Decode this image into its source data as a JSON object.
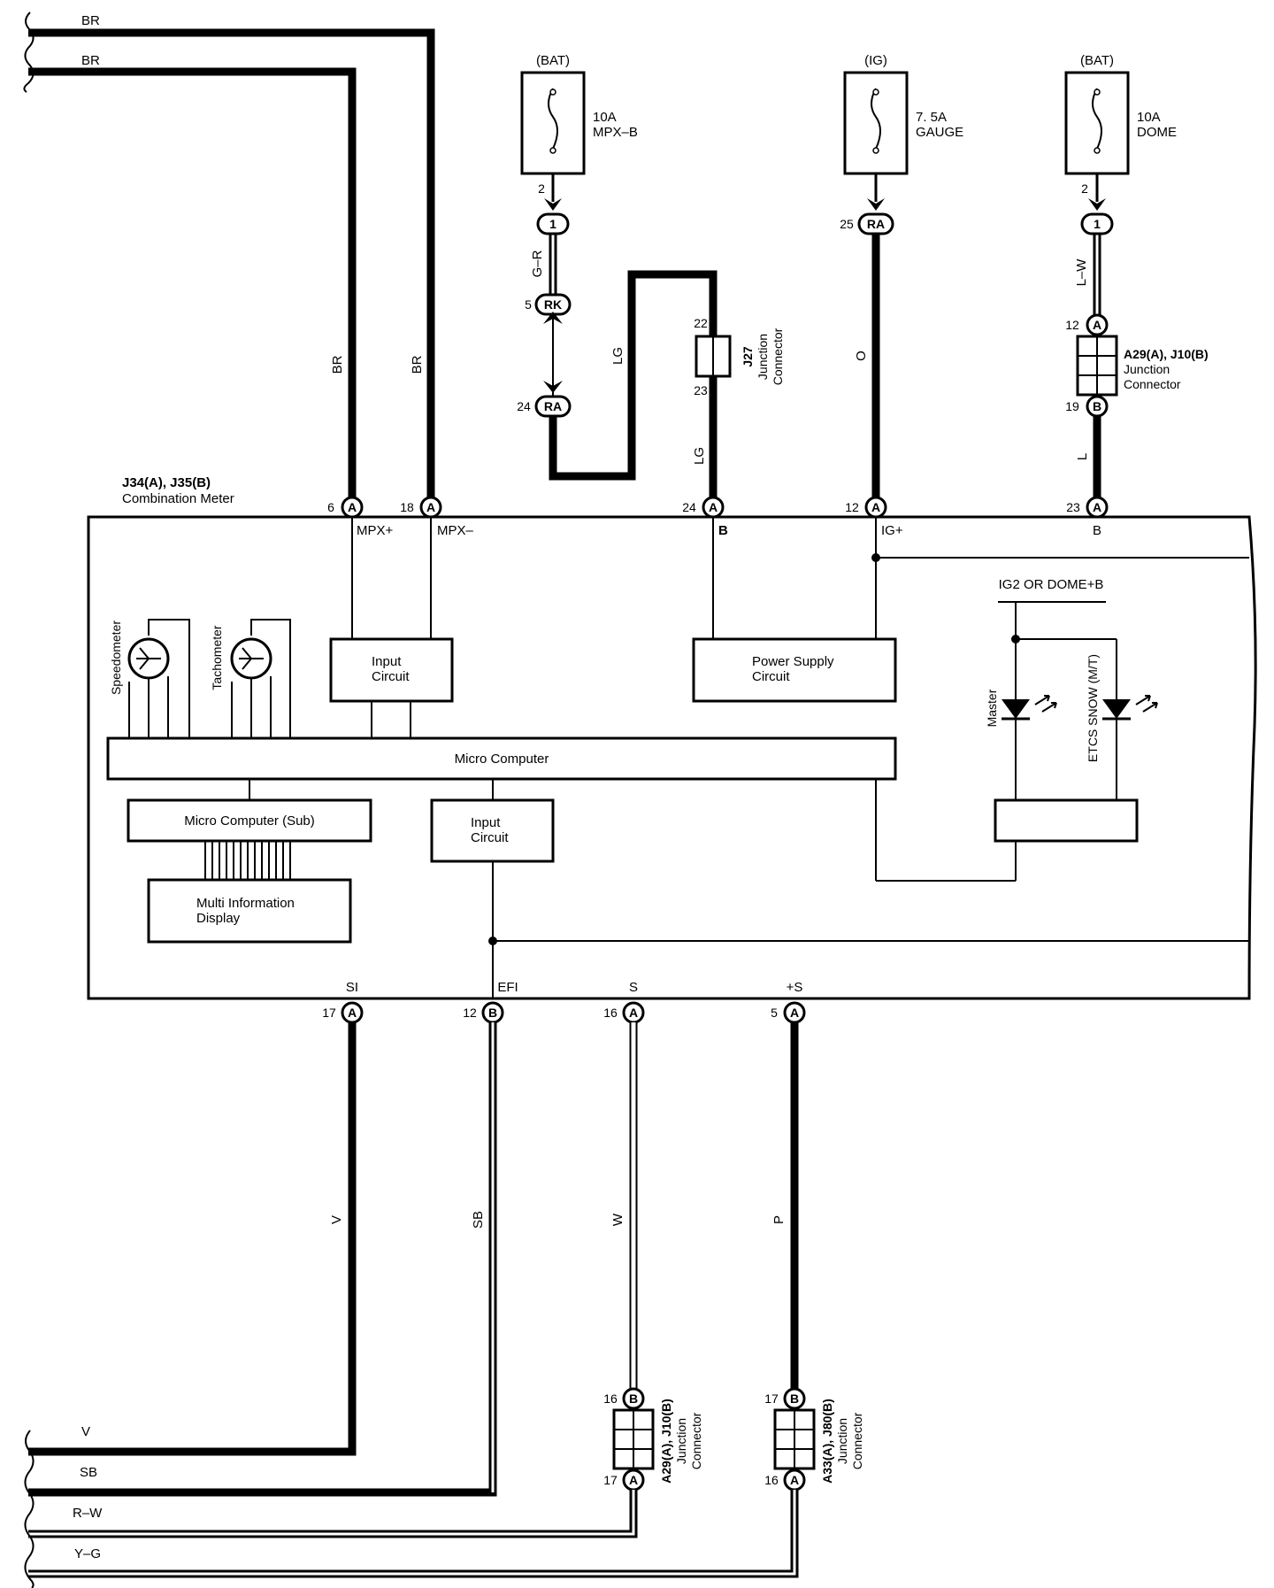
{
  "left_wires": {
    "top1": "BR",
    "top2": "BR",
    "bot1": "V",
    "bot2": "SB",
    "bot3": "R–W",
    "bot4": "Y–G"
  },
  "fuses": [
    {
      "source": "(BAT)",
      "rating": "10A",
      "name": "MPX–B",
      "pin": "2",
      "conn_pin": "1"
    },
    {
      "source": "(IG)",
      "rating": "7. 5A",
      "name": "GAUGE",
      "pin": "",
      "conn_pin": "RA"
    },
    {
      "source": "(BAT)",
      "rating": "10A",
      "name": "DOME",
      "pin": "2",
      "conn_pin": "1"
    }
  ],
  "wire_colors": {
    "br1": "BR",
    "br2": "BR",
    "gr": "G–R",
    "lg1": "LG",
    "lg2": "LG",
    "o": "O",
    "lw": "L–W",
    "l": "L",
    "v": "V",
    "sb": "SB",
    "w": "W",
    "p": "P"
  },
  "connectors": {
    "rk": {
      "pin": "5",
      "label": "RK"
    },
    "ra24": {
      "pin": "24",
      "label": "RA"
    },
    "ra25": {
      "pin": "25"
    },
    "j27": {
      "pin_top": "22",
      "pin_bot": "23",
      "name": "J27",
      "desc1": "Junction",
      "desc2": "Connector"
    },
    "a29_top": {
      "pin_top": "12",
      "top_letter": "A",
      "pin_bot": "19",
      "bot_letter": "B",
      "name": "A29(A), J10(B)",
      "desc1": "Junction",
      "desc2": "Connector"
    },
    "a29_bot": {
      "pin_top": "16",
      "top_letter": "B",
      "pin_bot": "17",
      "bot_letter": "A",
      "name": "A29(A), J10(B)",
      "desc1": "Junction",
      "desc2": "Connector"
    },
    "a33": {
      "pin_top": "17",
      "top_letter": "B",
      "pin_bot": "16",
      "bot_letter": "A",
      "name": "A33(A), J80(B)",
      "desc1": "Junction",
      "desc2": "Connector"
    }
  },
  "meter": {
    "name1": "J34(A), J35(B)",
    "name2": "Combination Meter",
    "top_pins": [
      {
        "num": "6",
        "letter": "A",
        "signal": "MPX+"
      },
      {
        "num": "18",
        "letter": "A",
        "signal": "MPX–"
      },
      {
        "num": "24",
        "letter": "A",
        "signal": "B"
      },
      {
        "num": "12",
        "letter": "A",
        "signal": "IG+"
      },
      {
        "num": "23",
        "letter": "A",
        "signal": "B"
      }
    ],
    "bottom_pins": [
      {
        "num": "17",
        "letter": "A",
        "signal": "SI"
      },
      {
        "num": "12",
        "letter": "B",
        "signal": "EFI"
      },
      {
        "num": "16",
        "letter": "A",
        "signal": "S"
      },
      {
        "num": "5",
        "letter": "A",
        "signal": "+S"
      }
    ],
    "blocks": {
      "input1_l1": "Input",
      "input1_l2": "Circuit",
      "power_l1": "Power Supply",
      "power_l2": "Circuit",
      "micro": "Micro Computer",
      "micro_sub": "Micro Computer (Sub)",
      "input2_l1": "Input",
      "input2_l2": "Circuit",
      "mid_l1": "Multi Information",
      "mid_l2": "Display"
    },
    "gauges": {
      "speed": "Speedometer",
      "tacho": "Tachometer"
    },
    "ig2": "IG2 OR DOME+B",
    "led_master": "Master",
    "led_etcs": "ETCS SNOW (M/T)"
  }
}
